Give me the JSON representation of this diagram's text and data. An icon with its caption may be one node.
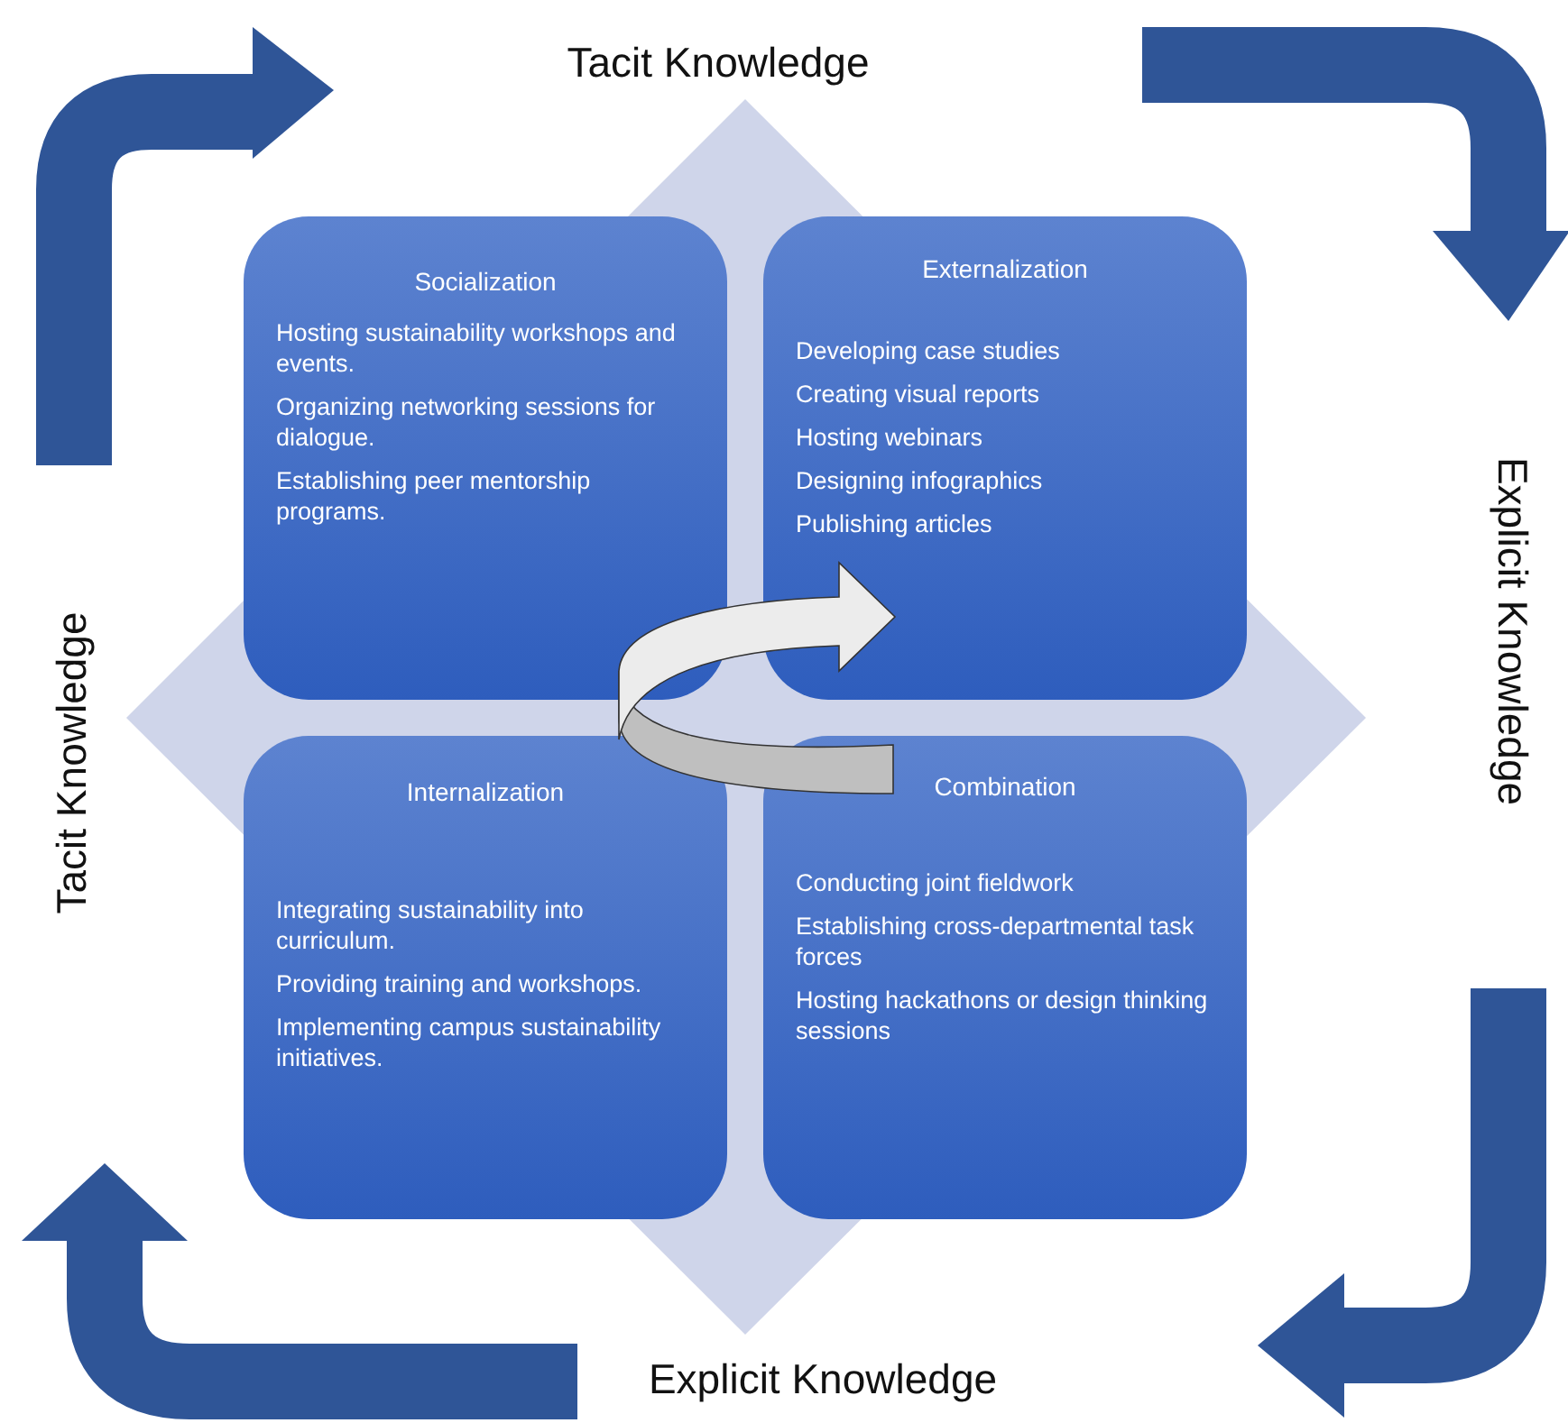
{
  "diagram": {
    "nodes": [
      {
        "text": [
          "Socialization",
          "Hosting sustainability workshops and events.",
          "Organizing networking sessions for dialogue.",
          "Establishing peer mentorship programs."
        ]
      },
      {
        "text": [
          "Externalization",
          "Developing case studies",
          "Creating visual reports",
          "Hosting webinars",
          "Designing infographics",
          "Publishing articles"
        ]
      },
      {
        "text": [
          "Internalization",
          "Integrating sustainability into curriculum.",
          "Providing training and workshops.",
          "Implementing campus sustainability initiatives."
        ]
      },
      {
        "text": [
          "Combination",
          "Conducting joint fieldwork",
          "Establishing cross-departmental task forces",
          "Hosting hackathons or design thinking sessions"
        ]
      }
    ],
    "labels": [
      "Tacit Knowledge",
      "Tacit Knowledge",
      "Explicit Knowledge",
      "Explicit Knowledge"
    ]
  }
}
